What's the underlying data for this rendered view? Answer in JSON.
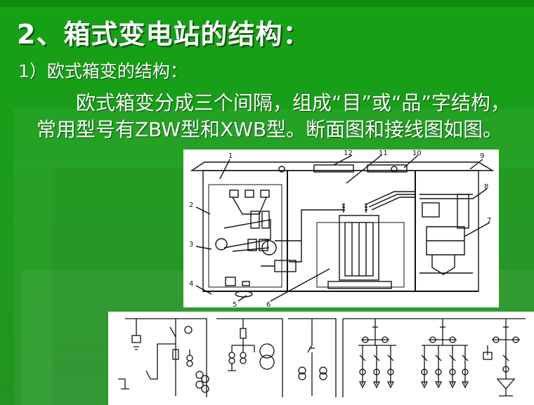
{
  "slide": {
    "title": "2、箱式变电站的结构：",
    "subtitle": "1）欧式箱变的结构：",
    "paragraph": "欧式箱变分成三个间隔，组成“目”或“品”字结构，常用型号有ZBW型和XWB型。断面图和接线图如图。"
  },
  "section_drawing": {
    "callouts": [
      "1",
      "2",
      "3",
      "4",
      "5",
      "6",
      "7",
      "8",
      "9",
      "10",
      "11",
      "12"
    ]
  },
  "colors": {
    "background": "#1b9c1b",
    "text": "#ffffff",
    "figure_background": "#ffffff",
    "line": "#111111"
  }
}
